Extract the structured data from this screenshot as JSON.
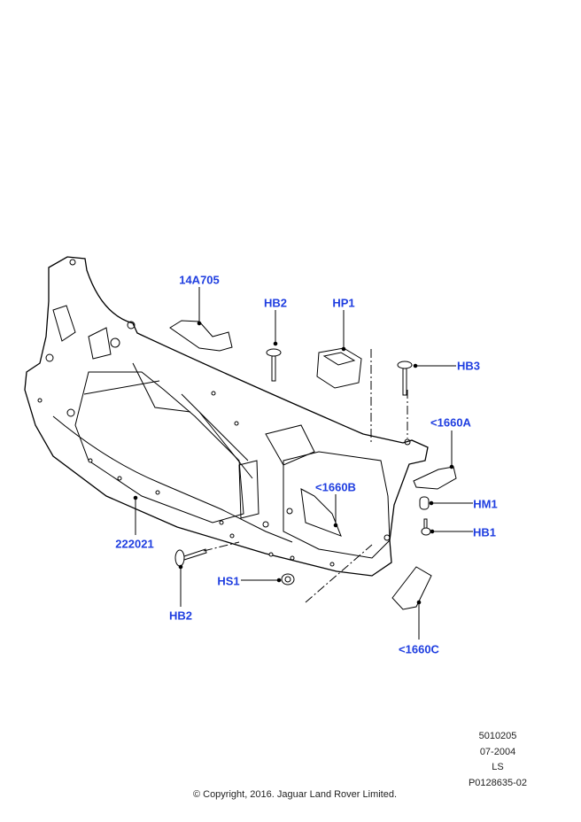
{
  "callouts": {
    "p14A705": "14A705",
    "hb2_top": "HB2",
    "hp1": "HP1",
    "hb3": "HB3",
    "p1660a": "<1660A",
    "p1660b": "<1660B",
    "hm1": "HM1",
    "hb1": "HB1",
    "p222021": "222021",
    "hs1": "HS1",
    "hb2_bottom": "HB2",
    "p1660c": "<1660C"
  },
  "info": {
    "code": "5010205",
    "date": "07-2004",
    "model": "LS",
    "ref": "P0128635-02"
  },
  "copyright": "© Copyright, 2016. Jaguar Land Rover Limited.",
  "colors": {
    "callout": "#1f3ee0",
    "line": "#000000"
  }
}
